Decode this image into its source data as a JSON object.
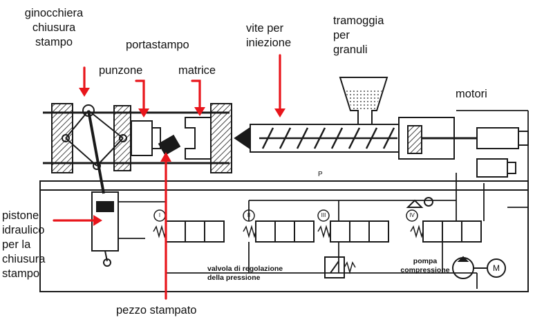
{
  "labels": {
    "ginocchiera": [
      "ginocchiera",
      "chiusura",
      "stampo"
    ],
    "portastampo": "portastampo",
    "punzone": "punzone",
    "matrice": "matrice",
    "vite": [
      "vite per",
      "iniezione"
    ],
    "tramoggia": [
      "tramoggia",
      "per",
      "granuli"
    ],
    "motori": "motori",
    "pistone": [
      "pistone",
      "idraulico",
      "per la",
      "chiusura",
      "stampo"
    ],
    "pezzo": "pezzo stampato",
    "valvola": [
      "valvola di regolazione",
      "della pressione"
    ],
    "pompa": [
      "pompa",
      "compressione"
    ],
    "motor_symbol": "M",
    "valve_numerals": [
      "I",
      "II",
      "III",
      "IV"
    ],
    "small_p": "P"
  },
  "colors": {
    "arrow": "#e8151b",
    "ink": "#1a1a1a",
    "paper": "#ffffff"
  }
}
